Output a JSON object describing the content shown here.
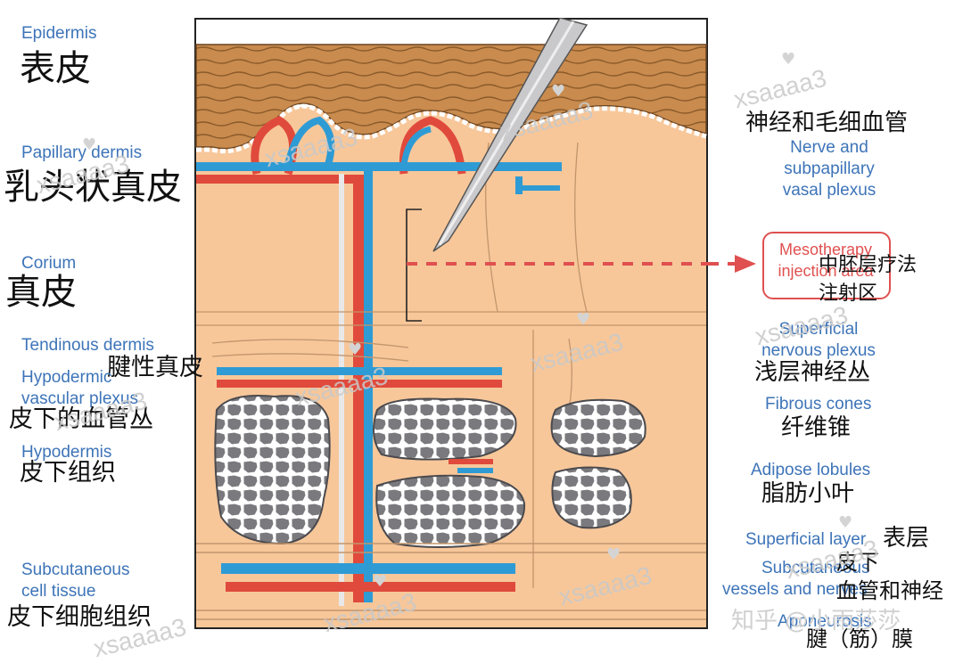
{
  "left_labels": {
    "epidermis": {
      "en": "Epidermis",
      "zh": "表皮"
    },
    "papillary": {
      "en": "Papillary dermis",
      "zh": "乳头状真皮"
    },
    "corium": {
      "en": "Corium",
      "zh": "真皮"
    },
    "tendinous": {
      "en": "Tendinous dermis",
      "zh": "腱性真皮"
    },
    "hypo_vasc": {
      "en1": "Hypodermic",
      "en2": "vascular plexus",
      "zh": "皮下的血管丛"
    },
    "hypodermis": {
      "en": "Hypodermis",
      "zh": "皮下组织"
    },
    "subcut": {
      "en1": "Subcutaneous",
      "en2": "cell tissue",
      "zh": "皮下细胞组织"
    }
  },
  "right_labels": {
    "nerve": {
      "zh": "神经和毛细血管",
      "en1": "Nerve and",
      "en2": "subpapillary",
      "en3": "vasal plexus"
    },
    "meso": {
      "en1": "Mesotherapy",
      "en2": "injection area",
      "zh1": "中胚层疗法",
      "zh2": "注射区"
    },
    "superficial_nerve": {
      "en1": "Superficial",
      "en2": "nervous plexus",
      "zh": "浅层神经丛"
    },
    "fibrous": {
      "en": "Fibrous cones",
      "zh": "纤维锥"
    },
    "adipose": {
      "en": "Adipose lobules",
      "zh": "脂肪小叶"
    },
    "superficial_layer": {
      "en": "Superficial layer",
      "zh": "表层"
    },
    "subcut_vessels": {
      "en1": "Subcutaneous",
      "en2": "vessels and nerves",
      "zh1": "皮下",
      "zh2": "血管和神经"
    },
    "aponeurosis": {
      "en": "Aponeurosis",
      "zh": "腱（筋）膜"
    }
  },
  "watermarks": {
    "text": "xsaaaa3",
    "brand": "知乎 @小雨莎莎"
  },
  "colors": {
    "label_blue": "#3d74b8",
    "accent_red": "#e05050",
    "skin": "#f7c79a",
    "epidermis_brown": "#c98b4e",
    "artery": "#e04a3c",
    "vein": "#2f9bd4",
    "fat": "#6f6f72"
  }
}
